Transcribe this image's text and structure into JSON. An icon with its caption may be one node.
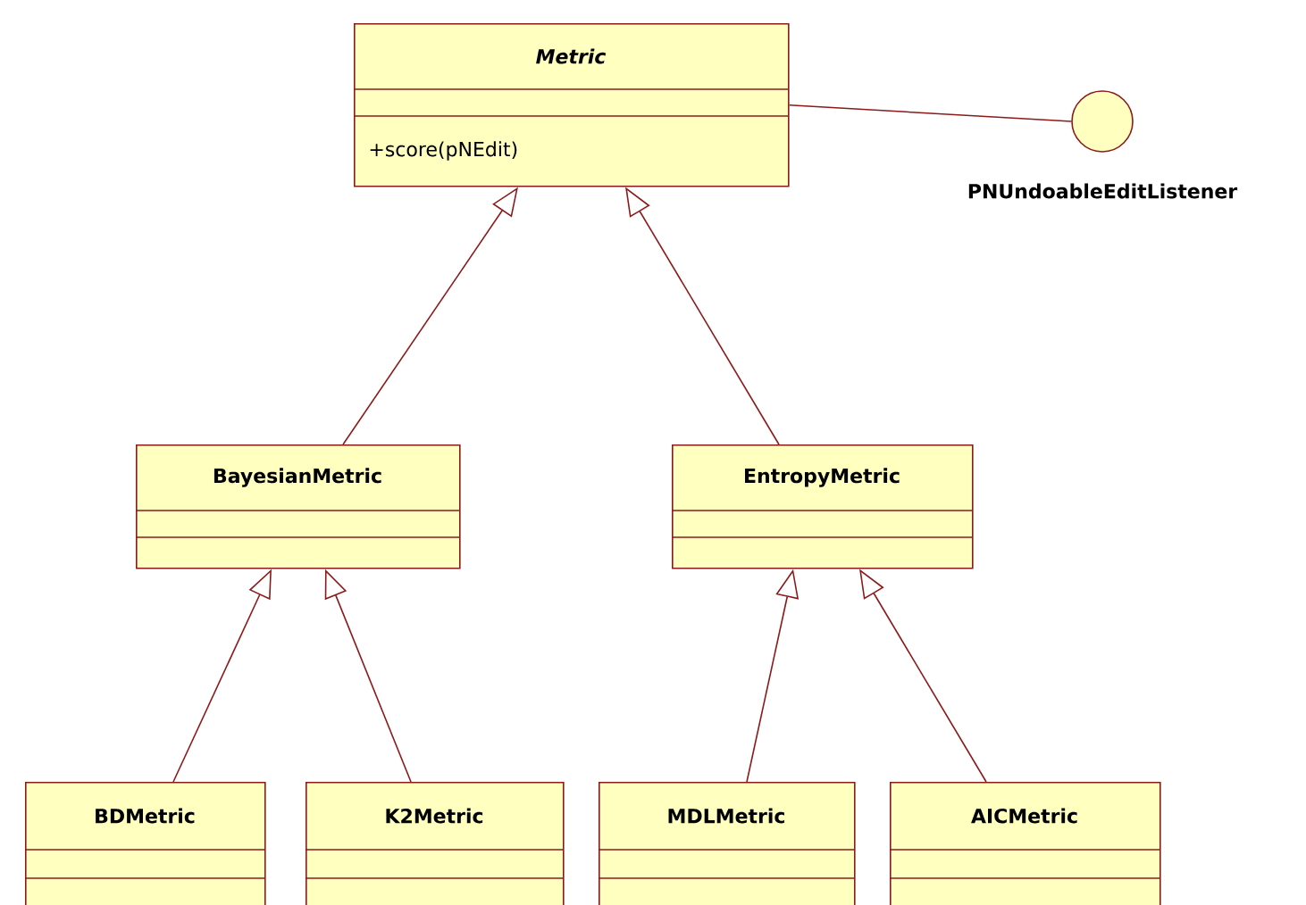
{
  "diagram": {
    "nodes": [
      {
        "text": [
          "Metric",
          "+score(pNEdit)"
        ]
      },
      {
        "text": [],
        "shape": "circle",
        "beside": [
          "PNUndoableEditListener"
        ]
      },
      {
        "text": [
          "BayesianMetric"
        ]
      },
      {
        "text": [
          "EntropyMetric"
        ]
      },
      {
        "text": [
          "BDMetric"
        ]
      },
      {
        "text": [
          "K2Metric"
        ]
      },
      {
        "text": [
          "MDLMetric"
        ]
      },
      {
        "text": [
          "AICMetric"
        ]
      }
    ],
    "edges": [
      {
        "from": 0,
        "to": 1,
        "arrow": "none"
      },
      {
        "from": 2,
        "to": 0,
        "arrow": "to"
      },
      {
        "from": 3,
        "to": 0,
        "arrow": "to"
      },
      {
        "from": 4,
        "to": 2,
        "arrow": "to"
      },
      {
        "from": 5,
        "to": 2,
        "arrow": "to"
      },
      {
        "from": 6,
        "to": 3,
        "arrow": "to"
      },
      {
        "from": 7,
        "to": 3,
        "arrow": "to"
      }
    ]
  }
}
